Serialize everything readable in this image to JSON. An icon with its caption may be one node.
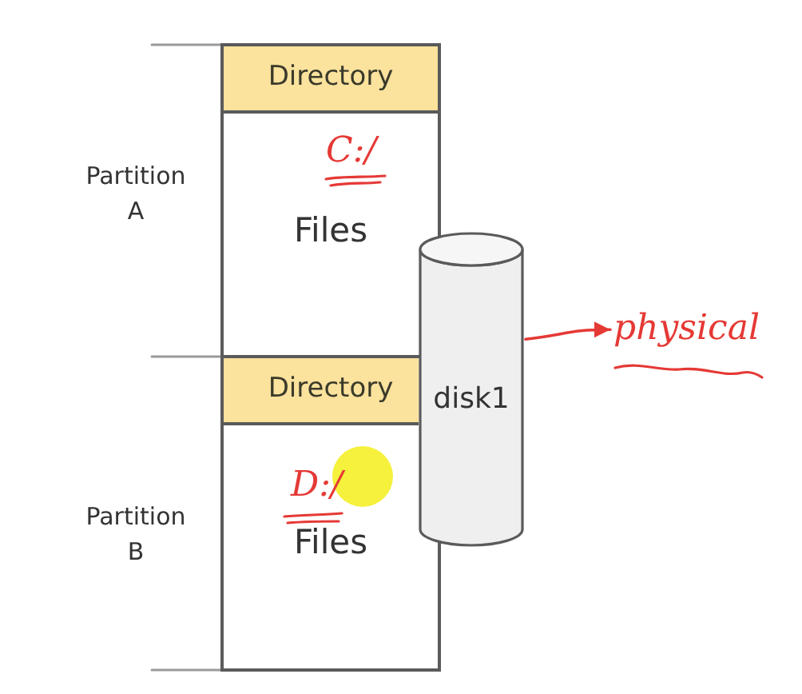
{
  "diagram": {
    "nodes": [
      {
        "text": [
          "Partition A"
        ]
      },
      {
        "text": [
          "Directory"
        ],
        "in": 0
      },
      {
        "text": [
          "C:/",
          "Files"
        ],
        "in": 0
      },
      {
        "text": [
          "Partition B"
        ]
      },
      {
        "text": [
          "Directory"
        ],
        "in": 3
      },
      {
        "text": [
          "D:/",
          "Files"
        ],
        "in": 3
      },
      {
        "text": [
          "disk1"
        ]
      },
      {
        "text": [
          "physical"
        ]
      }
    ],
    "edges": [
      {
        "from": 6,
        "to": 7,
        "arrow": "to",
        "color": "#e53935"
      }
    ]
  }
}
